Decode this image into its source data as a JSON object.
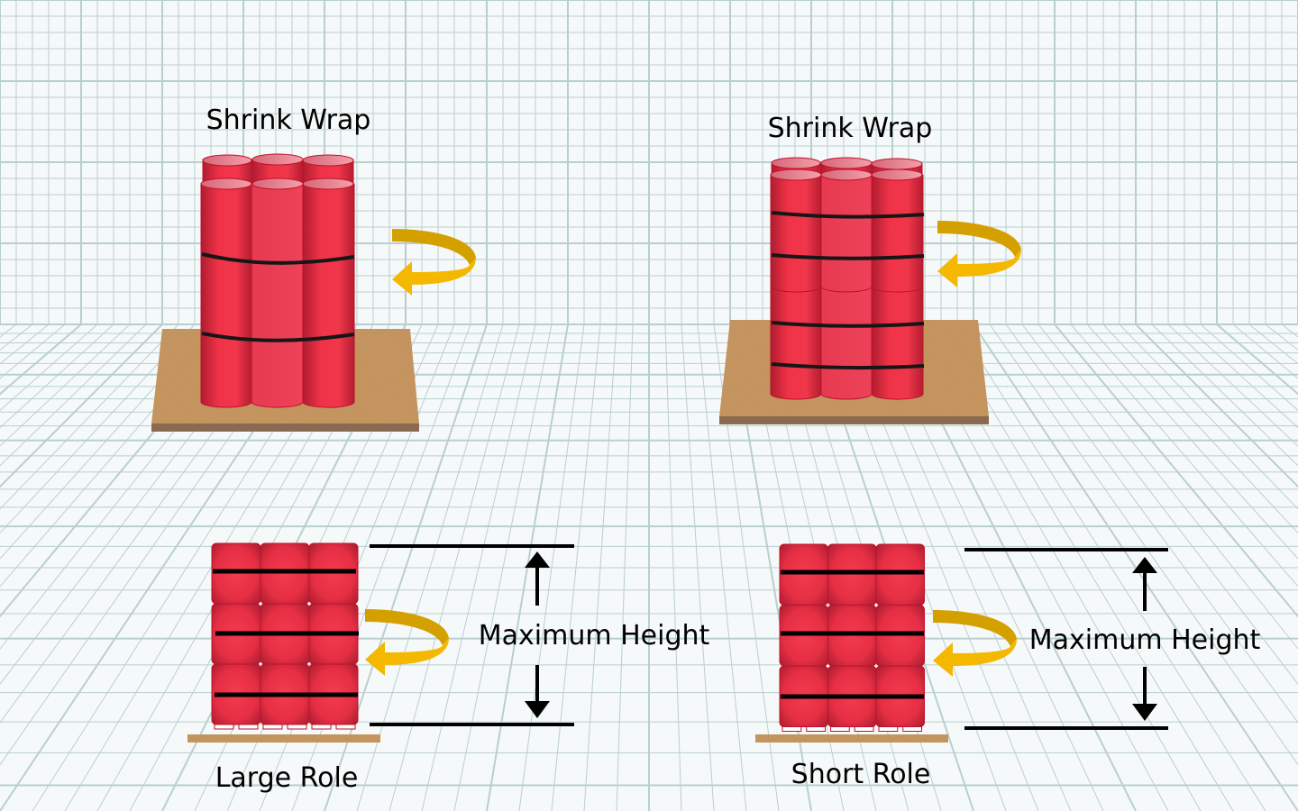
{
  "top_left": {
    "label": "Shrink Wrap"
  },
  "top_right": {
    "label": "Shrink Wrap"
  },
  "bottom_left": {
    "label": "Large Role",
    "dimension_label": "Maximum Height"
  },
  "bottom_right": {
    "label": "Short Role",
    "dimension_label": "Maximum Height"
  },
  "colors": {
    "roll_red": "#e8303f",
    "band": "#111111",
    "wrap_arrow": "#f5b800",
    "cork": "#c8955e",
    "grid": "#b9cfcf"
  }
}
